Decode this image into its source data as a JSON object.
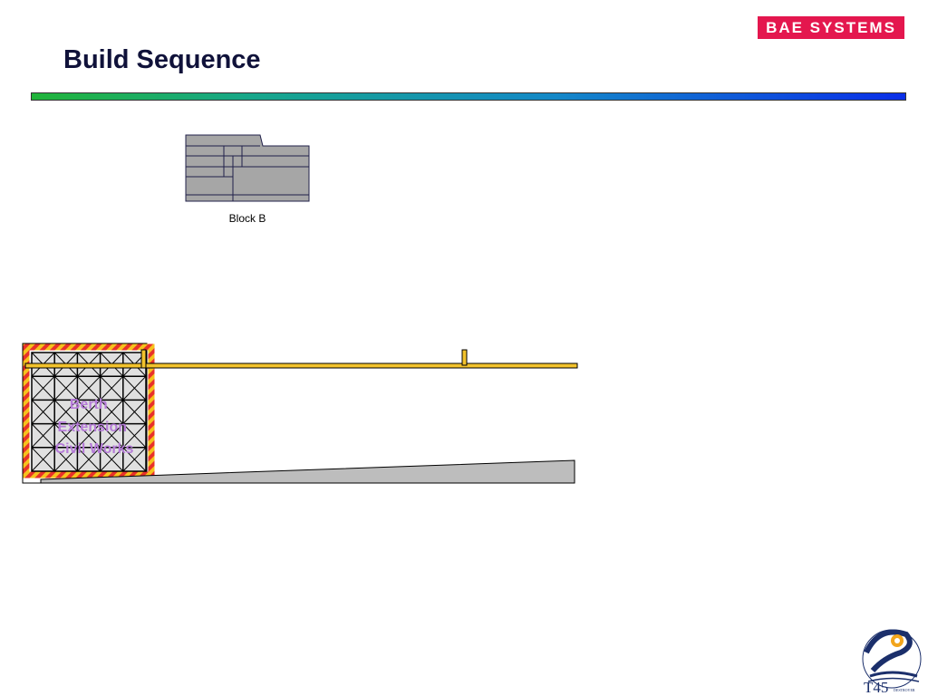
{
  "slide": {
    "title": "Build Sequence",
    "logo_text": "BAE SYSTEMS",
    "colors": {
      "logo": "#e4174e",
      "block_fill": "#a6a6a6",
      "block_stroke": "#20204a",
      "rail": "#f2c22c",
      "hazard_red": "#e8312a",
      "hazard_yellow": "#f6c21c",
      "berth_text": "#b57bd8",
      "slipway": "#bdbdbd"
    }
  },
  "diagram": {
    "block_label": "Block B",
    "berth_label_lines": [
      "Berth",
      "Extension",
      "Civil Works"
    ]
  },
  "footer": {
    "emblem_icon": "t45-destroyer-emblem",
    "emblem_text": "T45",
    "emblem_subtext": "DESTROYER"
  }
}
